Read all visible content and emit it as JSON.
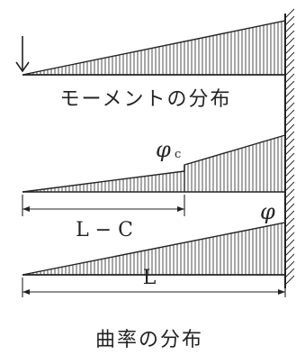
{
  "labels": {
    "moment_caption": "モーメントの分布",
    "phi_c": "φ",
    "phi_c_sub": "c",
    "dim_lc": "L − C",
    "phi": "φ",
    "dim_l": "L",
    "curvature_caption": "曲率の分布"
  },
  "colors": {
    "ink": "#222222"
  }
}
